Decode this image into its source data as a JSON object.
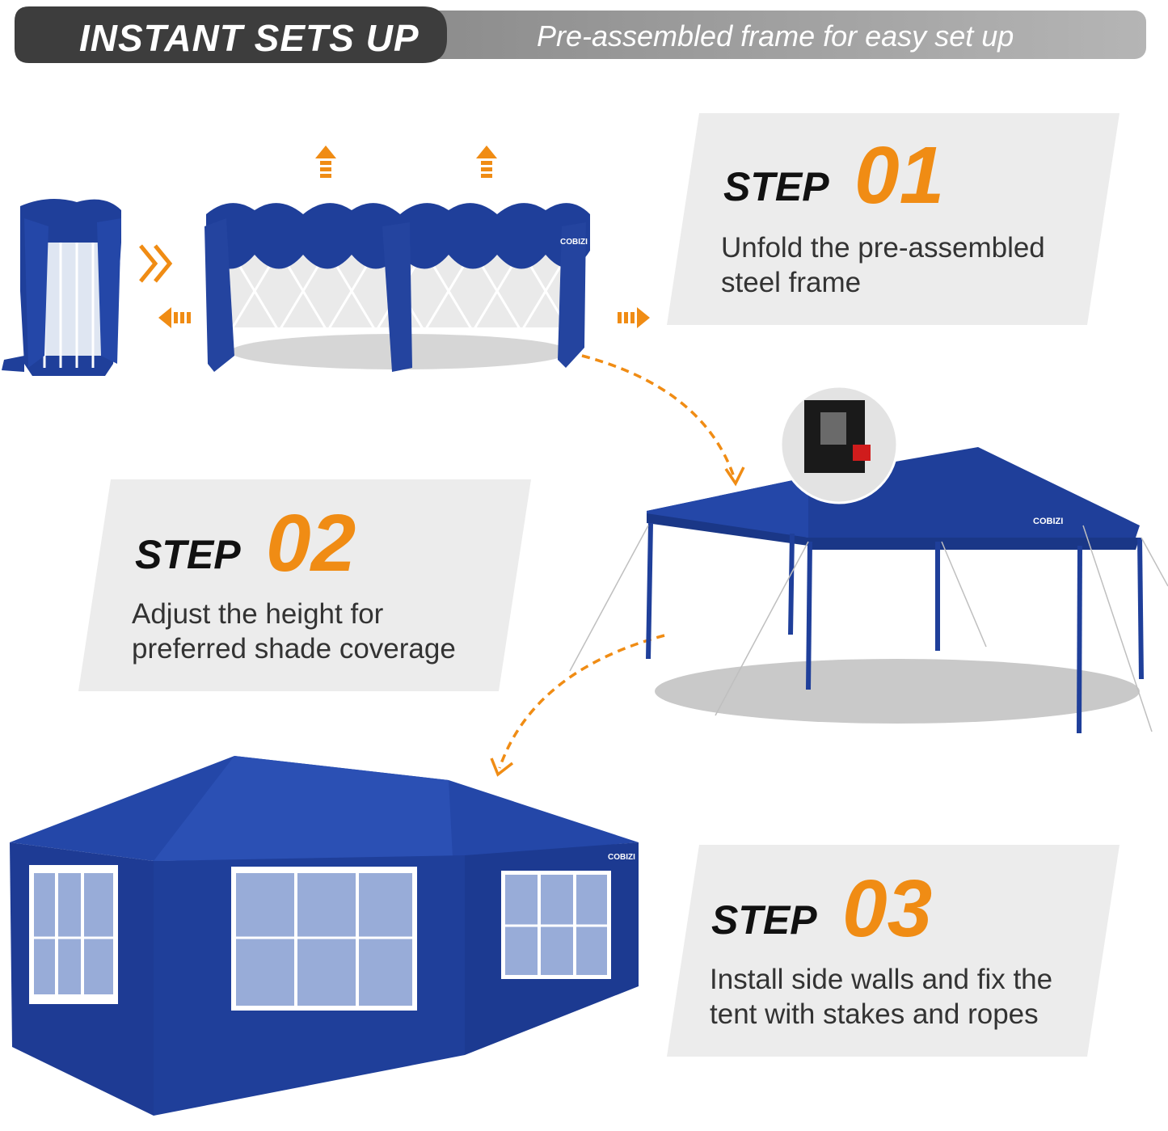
{
  "header": {
    "title": "INSTANT SETS UP",
    "subtitle": "Pre-assembled frame for easy set up"
  },
  "steps": [
    {
      "word": "STEP",
      "number": "01",
      "text_line1": "Unfold the pre-assembled",
      "text_line2": "steel frame"
    },
    {
      "word": "STEP",
      "number": "02",
      "text_line1": "Adjust the height for",
      "text_line2": "preferred shade coverage"
    },
    {
      "word": "STEP",
      "number": "03",
      "text_line1": "Install side walls and fix the",
      "text_line2": "tent with stakes and ropes"
    }
  ],
  "brand": {
    "logo_text": "COBIZI"
  },
  "colors": {
    "tent_blue": "#1f3f9a",
    "accent_orange": "#f08c14",
    "banner_dark": "#3f3f3f",
    "banner_light": "#9e9e9e",
    "panel_gray": "#ececec"
  },
  "icons": [
    "chevron-double-right-icon",
    "arrow-left-icon",
    "arrow-right-icon",
    "arrow-up-icon"
  ]
}
